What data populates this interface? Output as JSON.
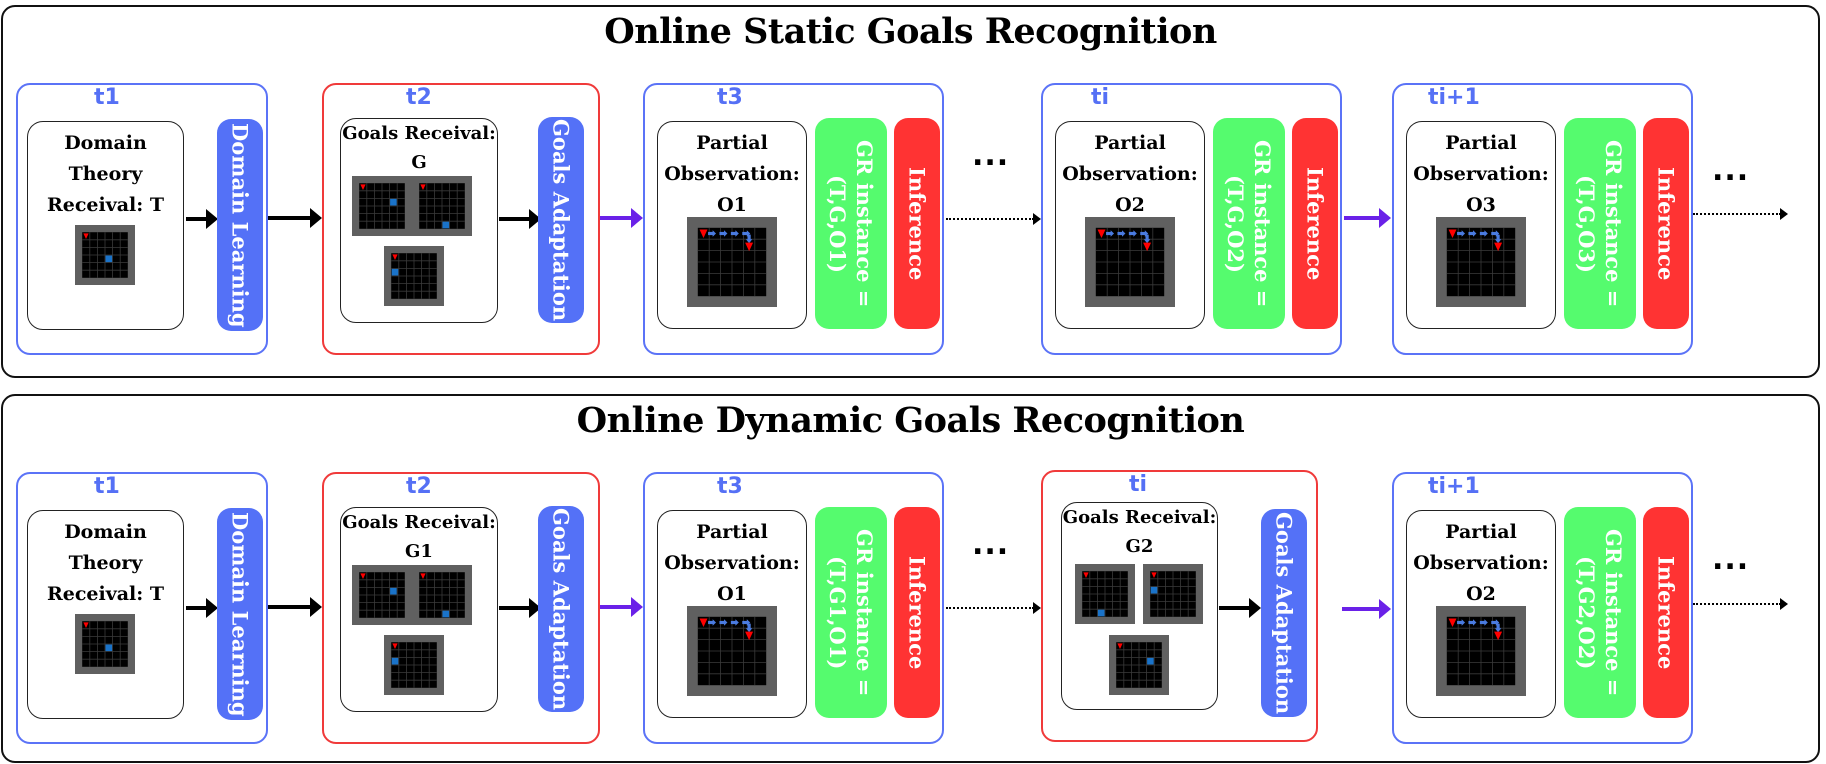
{
  "colors": {
    "stage_blue": "#5b73f7",
    "stage_red": "#f03a3a",
    "bar_blue": "#5471f7",
    "bar_green": "#55fb6e",
    "bar_red": "#ff3333",
    "arrow_purple": "#6a21e8",
    "grid_frame": "#606060",
    "grid_cell": "#000000",
    "goal_marker": "#1a73c9",
    "agent_marker": "#ff0000",
    "path_arrow": "#4a7be0"
  },
  "ellipsis": "...",
  "static_panel": {
    "title": "Online Static Goals Recognition",
    "stages": [
      {
        "time": "t1",
        "card": "Domain\nTheory\nReceival: T",
        "bar": "Domain Learning"
      },
      {
        "time": "t2",
        "card": "Goals Receival:\nG",
        "bar": "Goals Adaptation"
      },
      {
        "time": "t3",
        "card": "Partial\nObservation:\nO1",
        "bar_gr": "GR instance =\n(T,G,O1)",
        "bar_inf": "Inference"
      },
      {
        "time": "ti",
        "card": "Partial\nObservation:\nO2",
        "bar_gr": "GR instance =\n(T,G,O2)",
        "bar_inf": "Inference"
      },
      {
        "time": "ti+1",
        "card": "Partial\nObservation:\nO3",
        "bar_gr": "GR instance =\n(T,G,O3)",
        "bar_inf": "Inference"
      }
    ]
  },
  "dynamic_panel": {
    "title": "Online Dynamic Goals Recognition",
    "stages": [
      {
        "time": "t1",
        "card": "Domain\nTheory\nReceival: T",
        "bar": "Domain Learning"
      },
      {
        "time": "t2",
        "card": "Goals Receival:\nG1",
        "bar": "Goals Adaptation"
      },
      {
        "time": "t3",
        "card": "Partial\nObservation:\nO1",
        "bar_gr": "GR instance =\n(T,G1,O1)",
        "bar_inf": "Inference"
      },
      {
        "time": "ti",
        "card": "Goals Receival:\nG2",
        "bar": "Goals Adaptation"
      },
      {
        "time": "ti+1",
        "card": "Partial\nObservation:\nO2",
        "bar_gr": "GR instance =\n(T,G2,O2)",
        "bar_inf": "Inference"
      }
    ]
  },
  "grids": {
    "size": 6,
    "domain": {
      "goal": [
        3,
        3
      ]
    },
    "goals_G": [
      {
        "goal": [
          4,
          2
        ]
      },
      {
        "goal": [
          3,
          5
        ]
      },
      {
        "goal": [
          0,
          2
        ]
      }
    ],
    "goals_G1": [
      {
        "goal": [
          4,
          2
        ]
      },
      {
        "goal": [
          3,
          5
        ]
      },
      {
        "goal": [
          0,
          2
        ]
      }
    ],
    "goals_G2": [
      {
        "goal": [
          2,
          5
        ]
      },
      {
        "goal": [
          0,
          2
        ]
      },
      {
        "goal": [
          4,
          2
        ]
      }
    ],
    "observation_path": [
      "right",
      "right",
      "right",
      "right",
      "down"
    ]
  }
}
